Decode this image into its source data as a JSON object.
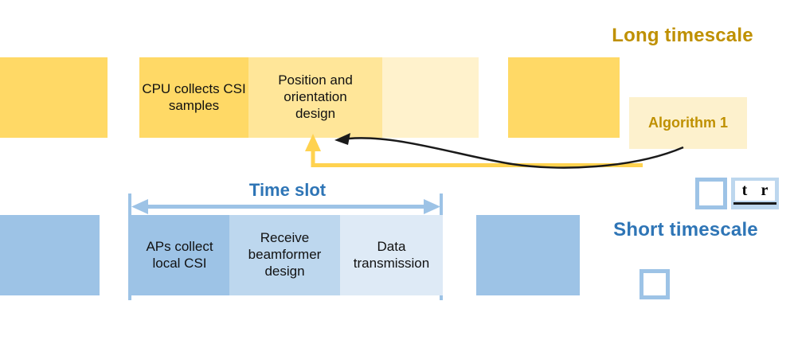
{
  "figure": {
    "background": "#FFFFFF"
  },
  "colors": {
    "gold_text": "#BF9000",
    "gold_frame": "#FFD966",
    "gold_mid": "#FFE699",
    "gold_light": "#FFF2CC",
    "gold_arrow": "#FFD24F",
    "algorithm_fill": "#FDF1CD",
    "blue_frame": "#9DC3E6",
    "blue_mid": "#BDD7EE",
    "blue_light": "#DEEAF6",
    "blue_text": "#2E75B6",
    "black": "#1A1A1A",
    "white": "#FFFFFF"
  },
  "long_timescale": {
    "title": "Long timescale",
    "algorithm_label": "Algorithm 1",
    "segments": [
      {
        "name": "previous-frame",
        "label": ""
      },
      {
        "name": "cpu-collects-csi",
        "label": "CPU collects CSI samples"
      },
      {
        "name": "position-orientation-design",
        "label": "Position and orientation design"
      },
      {
        "name": "remaining-frame",
        "label": ""
      },
      {
        "name": "next-frame",
        "label": ""
      }
    ]
  },
  "short_timescale": {
    "title": "Short timescale",
    "time_slot_label": "Time slot",
    "segments": [
      {
        "name": "aps-collect-local-csi",
        "label": "APs collect local CSI"
      },
      {
        "name": "receive-beamformer-design",
        "label": "Receive beamformer design"
      },
      {
        "name": "data-transmission",
        "label": "Data transmission"
      }
    ],
    "legend": {
      "transmit_symbol": "t",
      "receive_symbol": "r"
    }
  }
}
